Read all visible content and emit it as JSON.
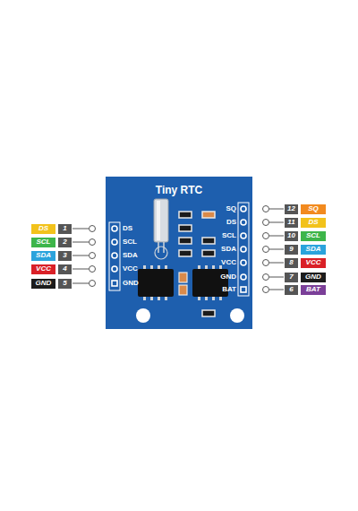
{
  "diagram": {
    "nodes": [
      {
        "text": [
          "DS"
        ]
      },
      {
        "text": [
          "1"
        ]
      },
      {
        "text": [
          "SCL"
        ]
      },
      {
        "text": [
          "2"
        ]
      },
      {
        "text": [
          "SDA"
        ]
      },
      {
        "text": [
          "3"
        ]
      },
      {
        "text": [
          "VCC"
        ]
      },
      {
        "text": [
          "4"
        ]
      },
      {
        "text": [
          "GND"
        ]
      },
      {
        "text": [
          "5"
        ]
      },
      {
        "text": [
          "12"
        ]
      },
      {
        "text": [
          "SQ"
        ]
      },
      {
        "text": [
          "11"
        ]
      },
      {
        "text": [
          "DS"
        ]
      },
      {
        "text": [
          "10"
        ]
      },
      {
        "text": [
          "SCL"
        ]
      },
      {
        "text": [
          "9"
        ]
      },
      {
        "text": [
          "SDA"
        ]
      },
      {
        "text": [
          "8"
        ]
      },
      {
        "text": [
          "VCC"
        ]
      },
      {
        "text": [
          "7"
        ]
      },
      {
        "text": [
          "GND"
        ]
      },
      {
        "text": [
          "6"
        ]
      },
      {
        "text": [
          "BAT"
        ]
      }
    ],
    "edges": [],
    "labels": [
      "Tiny RTC",
      "DS",
      "SCL",
      "SDA",
      "VCC",
      "GND",
      "SQ",
      "DS",
      "SCL",
      "SDA",
      "VCC",
      "GND",
      "BAT"
    ]
  }
}
